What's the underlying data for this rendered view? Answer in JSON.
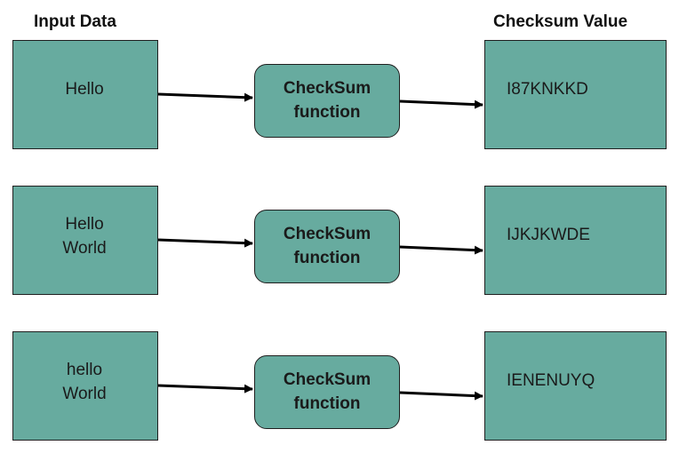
{
  "headers": {
    "input": "Input Data",
    "output": "Checksum Value"
  },
  "colors": {
    "box_fill": "#67ab9f",
    "border": "#1f1f1f",
    "arrow": "#000000"
  },
  "rows": [
    {
      "input_lines": [
        "Hello",
        ""
      ],
      "function_lines": [
        "CheckSum",
        "function"
      ],
      "checksum": "I87KNKKD"
    },
    {
      "input_lines": [
        "Hello",
        "World"
      ],
      "function_lines": [
        "CheckSum",
        "function"
      ],
      "checksum": "IJKJKWDE"
    },
    {
      "input_lines": [
        "hello",
        "World"
      ],
      "function_lines": [
        "CheckSum",
        "function"
      ],
      "checksum": "IENENUYQ"
    }
  ]
}
